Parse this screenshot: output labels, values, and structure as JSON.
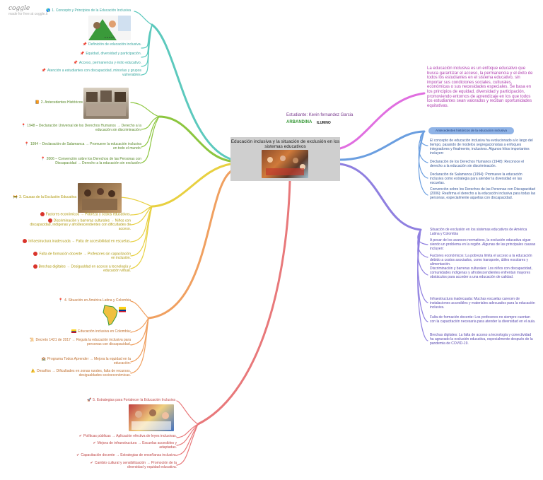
{
  "logo": {
    "name": "coggle",
    "tagline": "made for free at coggle.it"
  },
  "central": {
    "title": "Educación inclusiva y la situación de exclusión en los sistemas educativos",
    "student": "Estudiante: Kevin fernandez Garcia",
    "logo_a": "ARBANDINA",
    "logo_b": "ILUMNO"
  },
  "colors": {
    "teal": "#5cc9bd",
    "green": "#8cc63f",
    "yellow": "#e8d040",
    "orange": "#f0a060",
    "red": "#e8787a",
    "pink": "#e06ee0",
    "blue": "#6a9ee0",
    "violet": "#8f7fe0"
  },
  "left": {
    "b1": {
      "title": "1. Concepto y Principios de la Educación Inclusiva",
      "icon": "globe-icon",
      "items": [
        "Definición de educación inclusiva.",
        "Equidad, diversidad y participación.",
        "Acceso, permanencia y éxito educativo.",
        "Atención a estudiantes con discapacidad, minorías y grupos vulnerables."
      ]
    },
    "b2": {
      "title": "2. Antecedentes Históricos",
      "icon": "book-icon",
      "items": [
        "1948 – Declaración Universal de los Derechos Humanos → Derecho a la educación sin discriminación.",
        "1994 – Declaración de Salamanca → Promueve la educación inclusiva en todo el mundo.",
        "2006 – Convención sobre los Derechos de las Personas con Discapacidad → Derecho a la educación sin exclusión."
      ]
    },
    "b3": {
      "title": "3. Causas de la Exclusión Educativa",
      "icon": "construction-icon",
      "items": [
        "Factores económicos → Pobreza y costos educativos.",
        "Discriminación y barreras culturales → Niños con discapacidad, indígenas y afrodescendientes con dificultades de acceso.",
        "Infraestructura inadecuada → Falta de accesibilidad en escuelas.",
        "Falta de formación docente → Profesores sin capacitación en inclusión.",
        "Brechas digitales → Desigualdad en acceso a tecnología y educación virtual."
      ]
    },
    "b4": {
      "title": "4. Situación en América Latina y Colombia",
      "icon": "pin-icon",
      "items": [
        "Educación inclusiva en Colombia:",
        "Decreto 1421 de 2017 → Regula la educación inclusiva para personas con discapacidad.",
        "Programa Todos Aprender → Mejora la equidad en la educación.",
        "Desafíos → Dificultades en zonas rurales, falta de recursos, desigualdades socioeconómicas."
      ]
    },
    "b5": {
      "title": "5. Estrategias para Fortalecer la Educación Inclusiva",
      "icon": "rocket-icon",
      "items": [
        "Políticas públicas → Aplicación efectiva de leyes inclusivas.",
        "Mejora de infraestructura → Escuelas accesibles y adaptadas.",
        "Capacitación docente → Estrategias de enseñanza inclusiva.",
        "Cambio cultural y sensibilización → Promoción de la diversidad y equidad educativa."
      ]
    }
  },
  "right": {
    "r1": {
      "text": "La educación inclusiva es un enfoque educativo que busca garantizar el acceso, la permanencia y el éxito de todos los estudiantes en el sistema educativo, sin importar sus condiciones sociales, culturales, económicas o sus necesidades especiales. Se basa en los principios de equidad, diversidad y participación, promoviendo entornos de aprendizaje en los que todos los estudiantes sean valorados y reciban oportunidades equitativas."
    },
    "r2": {
      "title": "Antecedentes históricos de la educación inclusiva",
      "items": [
        "El concepto de educación inclusiva ha evolucionado a lo largo del tiempo, pasando de modelos segregacionistas a enfoques integradores y finalmente, inclusivos. Algunos hitos importantes incluyen:",
        "Declaración de los Derechos Humanos (1948): Reconoce el derecho a la educación sin discriminación.",
        "Declaración de Salamanca (1994): Promueve la educación inclusiva como estrategia para atender la diversidad en las escuelas.",
        "Convención sobre los Derechos de las Personas con Discapacidad (2006): Reafirma el derecho a la educación inclusiva para todas las personas, especialmente aquellas con discapacidad."
      ]
    },
    "r3": {
      "items": [
        "Situación de exclusión en los sistemas educativos de América Latina y Colombia",
        "A pesar de los avances normativos, la exclusión educativa sigue siendo un problema en la región. Algunas de las principales causas incluyen:",
        "Factores económicos: La pobreza limita el acceso a la educación debido a costos asociados, como transporte, útiles escolares y alimentación.",
        "Discriminación y barreras culturales: Los niños con discapacidad, comunidades indígenas y afrodescendientes enfrentan mayores obstáculos para acceder a una educación de calidad.",
        "Infraestructura inadecuada: Muchas escuelas carecen de instalaciones accesibles y materiales adecuados para la educación inclusiva.",
        "Falta de formación docente: Los profesores no siempre cuentan con la capacitación necesaria para atender la diversidad en el aula.",
        "Brechas digitales: La falta de acceso a tecnología y conectividad ha agravado la exclusión educativa, especialmente después de la pandemia de COVID-19."
      ]
    }
  }
}
